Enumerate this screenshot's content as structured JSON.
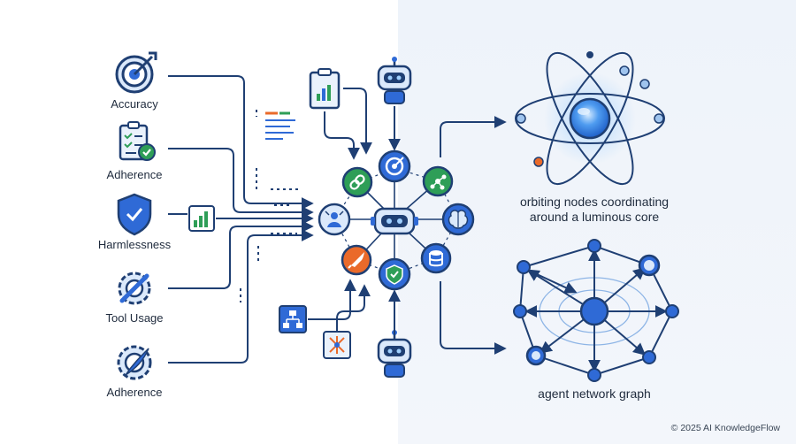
{
  "metrics": [
    {
      "label": "Accuracy",
      "icon": "target-icon"
    },
    {
      "label": "Adherence",
      "icon": "clipboard-check-icon"
    },
    {
      "label": "Harmlessness",
      "icon": "shield-check-icon"
    },
    {
      "label": "Tool Usage",
      "icon": "wrench-gear-icon"
    },
    {
      "label": "Adherence",
      "icon": "gear-feather-icon"
    }
  ],
  "captions": {
    "orbit_line1": "orbiting nodes coordinating",
    "orbit_line2": "around a luminous core",
    "network": "agent network graph"
  },
  "footer": {
    "copyright": "© 2025 AI KnowledgeFlow"
  },
  "hub_icons": [
    "robot-icon",
    "target-icon",
    "link-icon",
    "network-node-icon",
    "person-icon",
    "robot-icon",
    "brain-icon",
    "rocket-icon",
    "shield-check-icon",
    "database-icon"
  ],
  "colors": {
    "navy": "#1f3f73",
    "blue": "#2f6ad6",
    "green": "#2e9e57",
    "orange": "#ea6a2a",
    "light_blue": "#9fc4ee"
  }
}
